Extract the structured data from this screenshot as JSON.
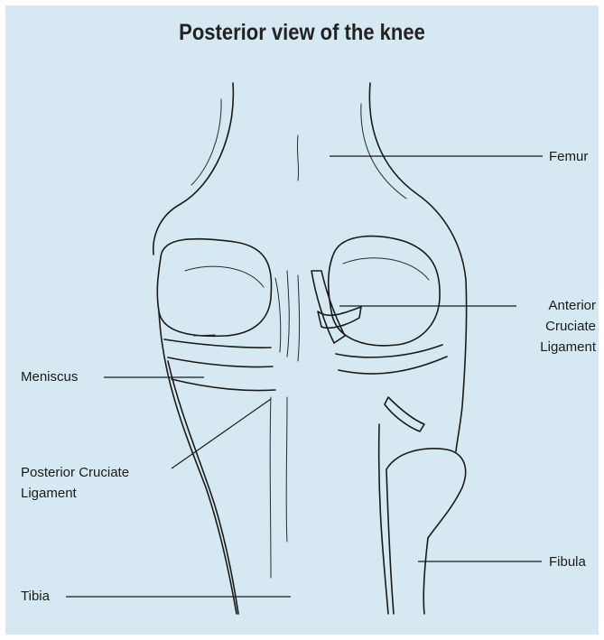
{
  "title": "Posterior view of the knee",
  "labels": {
    "femur": "Femur",
    "acl_line1": "Anterior",
    "acl_line2": "Cruciate",
    "acl_line3": "Ligament",
    "meniscus": "Meniscus",
    "pcl_line1": "Posterior Cruciate",
    "pcl_line2": "Ligament",
    "fibula": "Fibula",
    "tibia": "Tibia"
  },
  "colors": {
    "background": "#d6e8f1",
    "ink": "#1a1a1a"
  }
}
